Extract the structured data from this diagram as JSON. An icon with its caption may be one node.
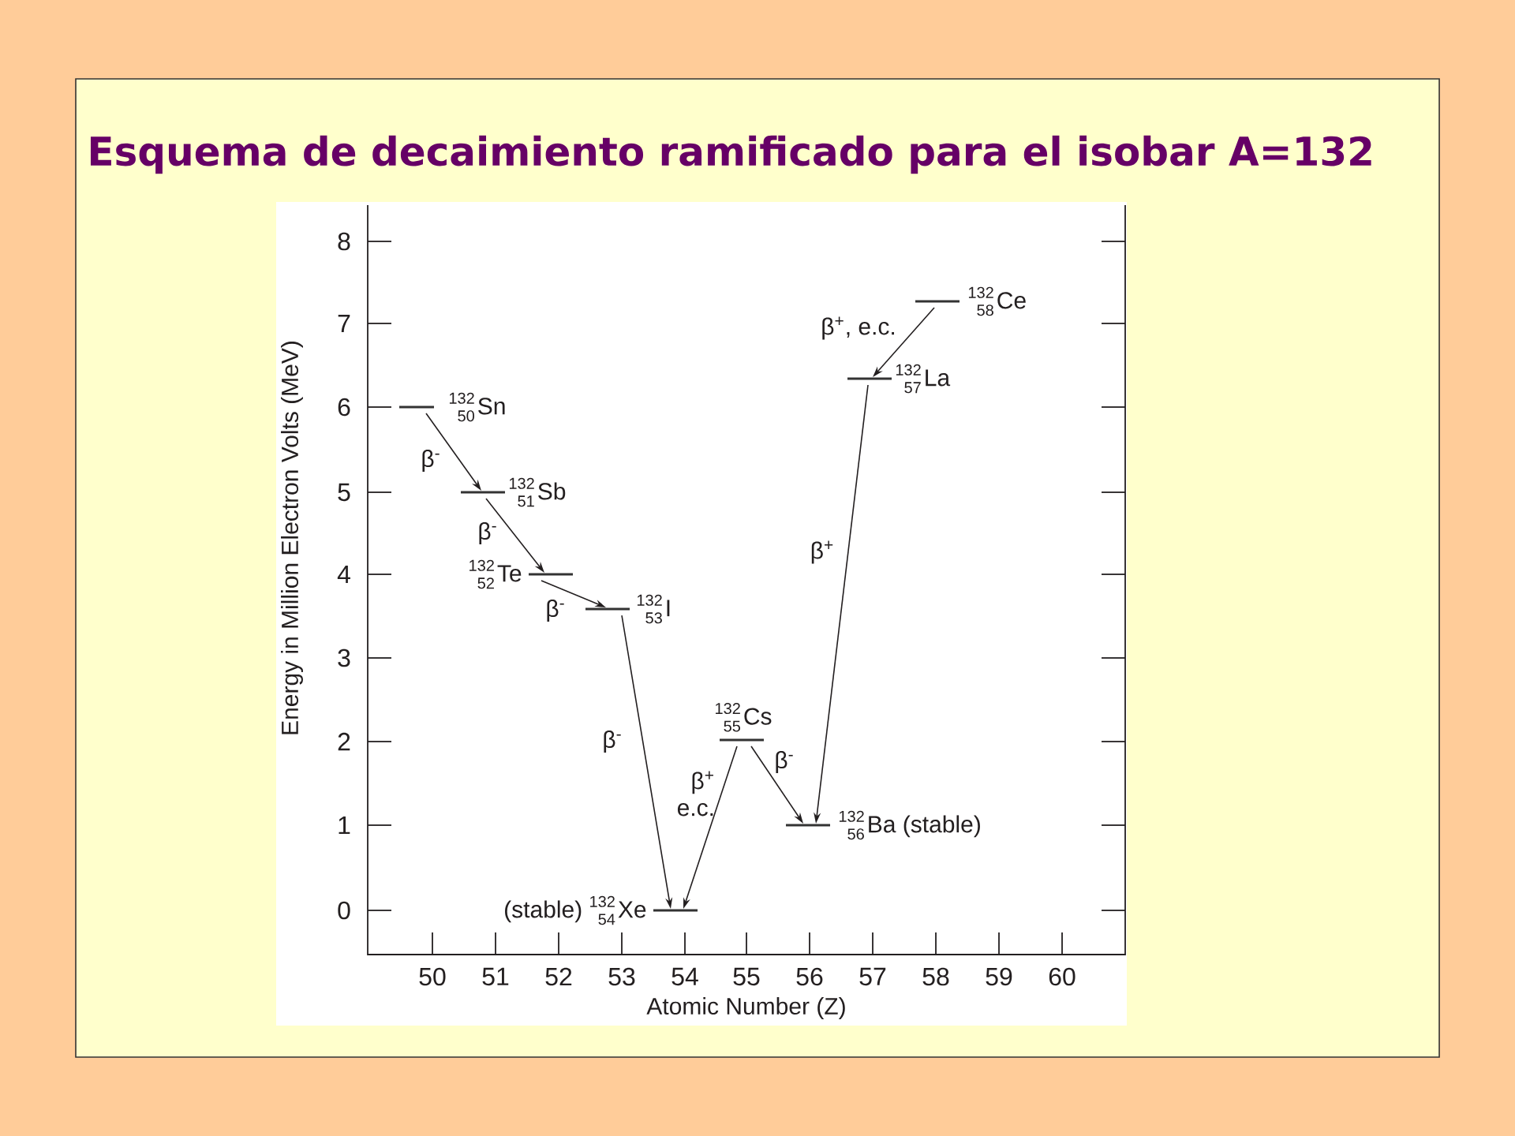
{
  "diagram": {
    "title": "Esquema de decaimiento ramificado para el isobar A=132",
    "nodes": [
      {
        "text": [],
        "shape": "bar",
        "beside": [
          "$^{132}$$_{50}$Sn"
        ]
      },
      {
        "text": [],
        "shape": "bar",
        "beside": [
          "$^{132}$$_{51}$Sb"
        ]
      },
      {
        "text": [],
        "shape": "bar",
        "beside": [
          "$^{132}$$_{52}$Te"
        ]
      },
      {
        "text": [],
        "shape": "bar",
        "beside": [
          "$^{132}$$_{53}$I"
        ]
      },
      {
        "text": [],
        "shape": "bar",
        "beside": [
          "(stable) $^{132}$$_{54}$Xe"
        ]
      },
      {
        "text": [],
        "shape": "bar",
        "beside": [
          "$^{132}$$_{55}$Cs"
        ]
      },
      {
        "text": [],
        "shape": "bar",
        "beside": [
          "$^{132}$$_{56}$Ba (stable)"
        ]
      },
      {
        "text": [],
        "shape": "bar",
        "beside": [
          "$^{132}$$_{57}$La"
        ]
      },
      {
        "text": [],
        "shape": "bar",
        "beside": [
          "$^{132}$$_{58}$Ce"
        ]
      }
    ],
    "edges": [
      {
        "from": 0,
        "to": 1,
        "arrow": "to",
        "label": "β$^{-}$"
      },
      {
        "from": 1,
        "to": 2,
        "arrow": "to",
        "label": "β$^{-}$"
      },
      {
        "from": 2,
        "to": 3,
        "arrow": "to",
        "label": "β$^{-}$"
      },
      {
        "from": 3,
        "to": 4,
        "arrow": "to",
        "label": "β$^{-}$"
      },
      {
        "from": 5,
        "to": 4,
        "arrow": "to",
        "label": "β$^{+}$ e.c."
      },
      {
        "from": 5,
        "to": 6,
        "arrow": "to",
        "label": "β$^{-}$"
      },
      {
        "from": 7,
        "to": 6,
        "arrow": "to",
        "label": "β$^{+}$"
      },
      {
        "from": 8,
        "to": 7,
        "arrow": "to",
        "label": "β$^{+}$, e.c."
      }
    ],
    "labels": [
      "Energy in Million Electron Volts (MeV)",
      "8",
      "7",
      "6",
      "5",
      "4",
      "3",
      "2",
      "1",
      "0",
      "50",
      "51",
      "52",
      "53",
      "54",
      "55",
      "56",
      "57",
      "58",
      "59",
      "60",
      "Atomic Number (Z)"
    ]
  }
}
